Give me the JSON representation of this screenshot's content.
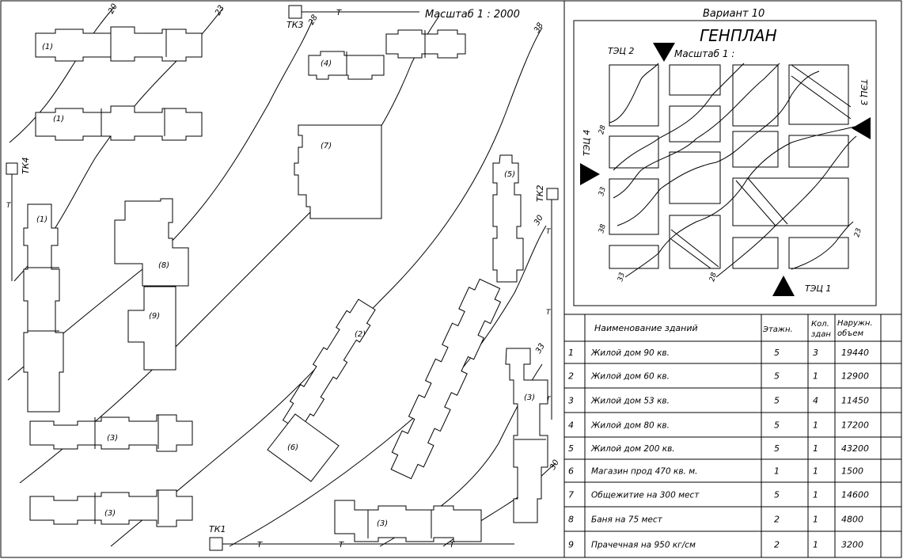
{
  "drawing": {
    "scale_label": "Масштаб 1 : 2000",
    "variant_label": "Вариант 10",
    "plan_title": "ГЕНПЛАН",
    "plan_scale_label": "Масштаб 1 :",
    "heat_points": [
      "ТК1",
      "ТК2",
      "ТК3",
      "ТК4"
    ],
    "pipe_mark": "Т",
    "building_marks": [
      "(1)",
      "(1)",
      "(1)",
      "(2)",
      "(3)",
      "(3)",
      "(3)",
      "(3)",
      "(4)",
      "(5)",
      "(6)",
      "(7)",
      "(8)",
      "(9)"
    ],
    "contour_labels": [
      "20",
      "23",
      "28",
      "30",
      "33",
      "38"
    ],
    "plants": [
      "ТЭЦ 1",
      "ТЭЦ 2",
      "ТЭЦ 3",
      "ТЭЦ 4"
    ],
    "plan_contour_labels": [
      "28",
      "33",
      "38",
      "33",
      "28",
      "23"
    ]
  },
  "table": {
    "headers": [
      "",
      "Наименование зданий",
      "Этажн.",
      "Кол. здан",
      "Наружн. объем"
    ],
    "rows": [
      [
        "1",
        "Жилой дом 90 кв.",
        "5",
        "3",
        "19440"
      ],
      [
        "2",
        "Жилой дом 60 кв.",
        "5",
        "1",
        "12900"
      ],
      [
        "3",
        "Жилой дом 53 кв.",
        "5",
        "4",
        "11450"
      ],
      [
        "4",
        "Жилой дом 80 кв.",
        "5",
        "1",
        "17200"
      ],
      [
        "5",
        "Жилой дом 200 кв.",
        "5",
        "1",
        "43200"
      ],
      [
        "6",
        "Магазин прод 470 кв. м.",
        "1",
        "1",
        "1500"
      ],
      [
        "7",
        "Общежитие на 300 мест",
        "5",
        "1",
        "14600"
      ],
      [
        "8",
        "Баня на 75 мест",
        "2",
        "1",
        "4800"
      ],
      [
        "9",
        "Прачечная на 950 кг/см",
        "2",
        "1",
        "3200"
      ]
    ]
  }
}
